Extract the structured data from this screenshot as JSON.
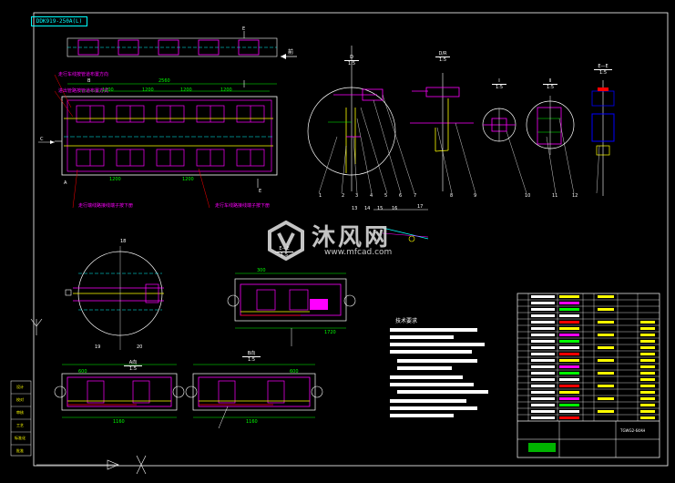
{
  "drawing": {
    "title_tag": "DDK919-250A(L)",
    "tech_heading": "技术要求",
    "arrow_label": "前",
    "section_labels": {
      "d": "D",
      "d_scale": "1:5",
      "dr": "D/R",
      "dr_scale": "1:5",
      "i": "I",
      "i_scale": "1:5",
      "ii": "II",
      "ii_scale": "1:5",
      "ee": "E—E",
      "ee_scale": "1:5",
      "view_a": "A向",
      "view_a_scale": "1:5",
      "view_b": "B向",
      "view_b_scale": "1:5",
      "view_c": "C",
      "view_e": "E",
      "view_e2": "E",
      "view_b_top": "B",
      "view_a_left": "A"
    },
    "dimensions": {
      "top_overall": "2560",
      "top_seg1": "1200",
      "top_seg2": "1200",
      "top_seg3": "1200",
      "top_seg4": "1200",
      "mid_dim1": "1200",
      "mid_dim2": "1200",
      "bottom_left1": "600",
      "bottom_left2": "1160",
      "bottom_right1": "600",
      "bottom_right2": "1160",
      "mid_section": "1720",
      "mid_section_small": "300"
    },
    "annotations": {
      "note1": "走行车线按管道布置方向",
      "note2": "进出管路按管道布置方式",
      "note3": "走行端线路接线端子按下册",
      "note4": "走行车线路接线端子按下册"
    },
    "part_numbers": [
      "1",
      "2",
      "3",
      "4",
      "5",
      "6",
      "7",
      "8",
      "9",
      "10",
      "11",
      "12",
      "13",
      "14",
      "15",
      "16",
      "17",
      "18",
      "19",
      "20"
    ],
    "side_tags": [
      "设计",
      "校对",
      "审核",
      "工艺",
      "标准化",
      "批准"
    ],
    "title_block": {
      "drawing_no": "TGWG2-64AH"
    }
  }
}
